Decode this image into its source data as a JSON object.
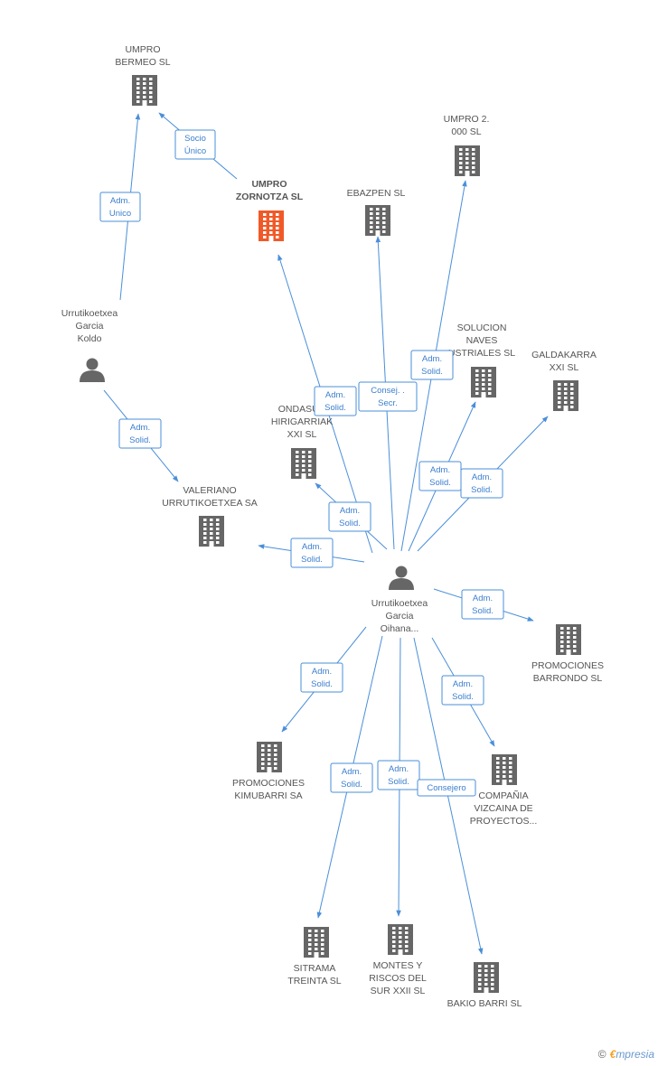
{
  "nodes": [
    {
      "id": "umpro-bermeo",
      "type": "company",
      "label": [
        "UMPRO",
        "BERMEO SL"
      ]
    },
    {
      "id": "umpro-zornotza",
      "type": "company-main",
      "label": [
        "UMPRO",
        "ZORNOTZA SL"
      ]
    },
    {
      "id": "ebazpen",
      "type": "company",
      "label": [
        "EBAZPEN SL"
      ]
    },
    {
      "id": "umpro-2000",
      "type": "company",
      "label": [
        "UMPRO 2.",
        "000  SL"
      ]
    },
    {
      "id": "koldo",
      "type": "person",
      "label": [
        "Urrutikoetxea",
        "Garcia",
        "Koldo"
      ]
    },
    {
      "id": "solucion",
      "type": "company",
      "label": [
        "SOLUCION",
        "NAVES",
        "USTRIALES SL"
      ]
    },
    {
      "id": "galdakarra",
      "type": "company",
      "label": [
        "GALDAKARRA",
        "XXI  SL"
      ]
    },
    {
      "id": "ondasun",
      "type": "company",
      "label": [
        "ONDASUN",
        "HIRIGARRIAK",
        "XXI SL"
      ]
    },
    {
      "id": "valeriano",
      "type": "company",
      "label": [
        "VALERIANO",
        "URRUTIKOETXEA SA"
      ]
    },
    {
      "id": "oihana",
      "type": "person",
      "label": [
        "Urrutikoetxea",
        "Garcia",
        "Oihana..."
      ]
    },
    {
      "id": "barrondo",
      "type": "company",
      "label": [
        "PROMOCIONES",
        "BARRONDO SL"
      ]
    },
    {
      "id": "kimubarri",
      "type": "company",
      "label": [
        "PROMOCIONES",
        "KIMUBARRI SA"
      ]
    },
    {
      "id": "vizcaina",
      "type": "company",
      "label": [
        "COMPAÑIA",
        "VIZCAINA DE",
        "PROYECTOS..."
      ]
    },
    {
      "id": "sitrama",
      "type": "company",
      "label": [
        "SITRAMA",
        "TREINTA SL"
      ]
    },
    {
      "id": "montes",
      "type": "company",
      "label": [
        "MONTES Y",
        "RISCOS DEL",
        "SUR XXII SL"
      ]
    },
    {
      "id": "bakio",
      "type": "company",
      "label": [
        "BAKIO BARRI SL"
      ]
    }
  ],
  "edges": [
    {
      "from": "koldo",
      "to": "umpro-bermeo",
      "label": [
        "Adm.",
        "Unico"
      ]
    },
    {
      "from": "umpro-zornotza",
      "to": "umpro-bermeo",
      "label": [
        "Socio",
        "Único"
      ]
    },
    {
      "from": "koldo",
      "to": "valeriano",
      "label": [
        "Adm.",
        "Solid."
      ]
    },
    {
      "from": "oihana",
      "to": "umpro-zornotza",
      "label": [
        "Adm.",
        "Solid."
      ]
    },
    {
      "from": "oihana",
      "to": "ebazpen",
      "label": [
        "Consej. .",
        "Secr."
      ]
    },
    {
      "from": "oihana",
      "to": "umpro-2000",
      "label": [
        "Adm.",
        "Solid."
      ]
    },
    {
      "from": "oihana",
      "to": "solucion",
      "label": [
        "Adm.",
        "Solid."
      ]
    },
    {
      "from": "oihana",
      "to": "galdakarra",
      "label": [
        "Adm.",
        "Solid."
      ]
    },
    {
      "from": "oihana",
      "to": "ondasun",
      "label": [
        "Adm.",
        "Solid."
      ]
    },
    {
      "from": "oihana",
      "to": "valeriano",
      "label": [
        "Adm.",
        "Solid."
      ]
    },
    {
      "from": "oihana",
      "to": "barrondo",
      "label": [
        "Adm.",
        "Solid."
      ]
    },
    {
      "from": "oihana",
      "to": "kimubarri",
      "label": [
        "Adm.",
        "Solid."
      ]
    },
    {
      "from": "oihana",
      "to": "vizcaina",
      "label": [
        "Adm.",
        "Solid."
      ]
    },
    {
      "from": "oihana",
      "to": "sitrama",
      "label": [
        "Adm.",
        "Solid."
      ]
    },
    {
      "from": "oihana",
      "to": "montes",
      "label": [
        "Adm.",
        "Solid."
      ]
    },
    {
      "from": "oihana",
      "to": "bakio",
      "label": [
        "Consejero"
      ]
    }
  ],
  "colors": {
    "edge": "#4a8fd9",
    "company_icon": "#666666",
    "main_company_icon": "#f05a28",
    "person_icon": "#666666",
    "label": "#555555"
  },
  "footer": {
    "copyright": "©",
    "brand_e": "€",
    "brand_rest": "mpresia"
  }
}
